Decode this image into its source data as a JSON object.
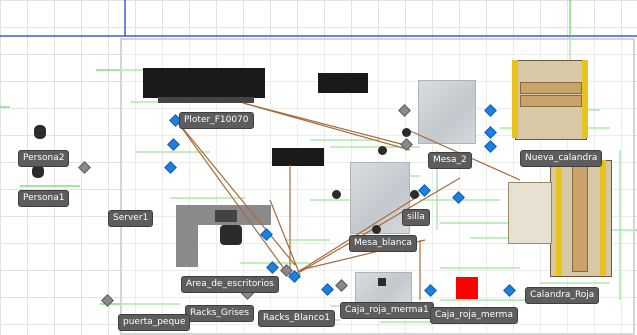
{
  "scene": {
    "accent_grid": "#e2e2e2",
    "axis_color": "#3b5bdb",
    "link_color": "#a86a3a",
    "marker_color": "#1e7fe0",
    "green_line": "#3fd13f",
    "labels": {
      "persona2": "Persona2",
      "persona1": "Persona1",
      "server1": "Server1",
      "ploter": "Ploter_F10070",
      "mesa2": "Mesa_2",
      "nueva_calandra": "Nueva_calandra",
      "silla": "silla",
      "mesa_blanca": "Mesa_blanca",
      "area_escritorios": "Area_de_escritorios",
      "calandra_roja": "Calandra_Roja",
      "racks_grises": "Racks_Grises",
      "racks_blanco1": "Racks_Blanco1",
      "caja_merma1": "Caja_roja_merma1",
      "caja_merma": "Caja_roja_merma",
      "puerta_peque": "puerta_peque"
    }
  }
}
